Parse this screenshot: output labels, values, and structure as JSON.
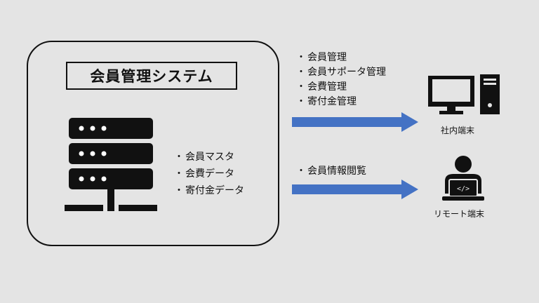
{
  "system": {
    "title": "会員管理システム",
    "data_items": [
      "会員マスタ",
      "会費データ",
      "寄付金データ"
    ]
  },
  "flows": [
    {
      "items": [
        "会員管理",
        "会員サポータ管理",
        "会費管理",
        "寄付金管理"
      ],
      "target": "社内端末"
    },
    {
      "items": [
        "会員情報閲覧"
      ],
      "target": "リモート端末"
    }
  ],
  "colors": {
    "arrow": "#4472c4",
    "background": "#e4e4e4",
    "ink": "#111111"
  },
  "icons": {
    "server": "server-icon",
    "office": "desktop-computer-icon",
    "remote": "remote-user-laptop-icon"
  }
}
